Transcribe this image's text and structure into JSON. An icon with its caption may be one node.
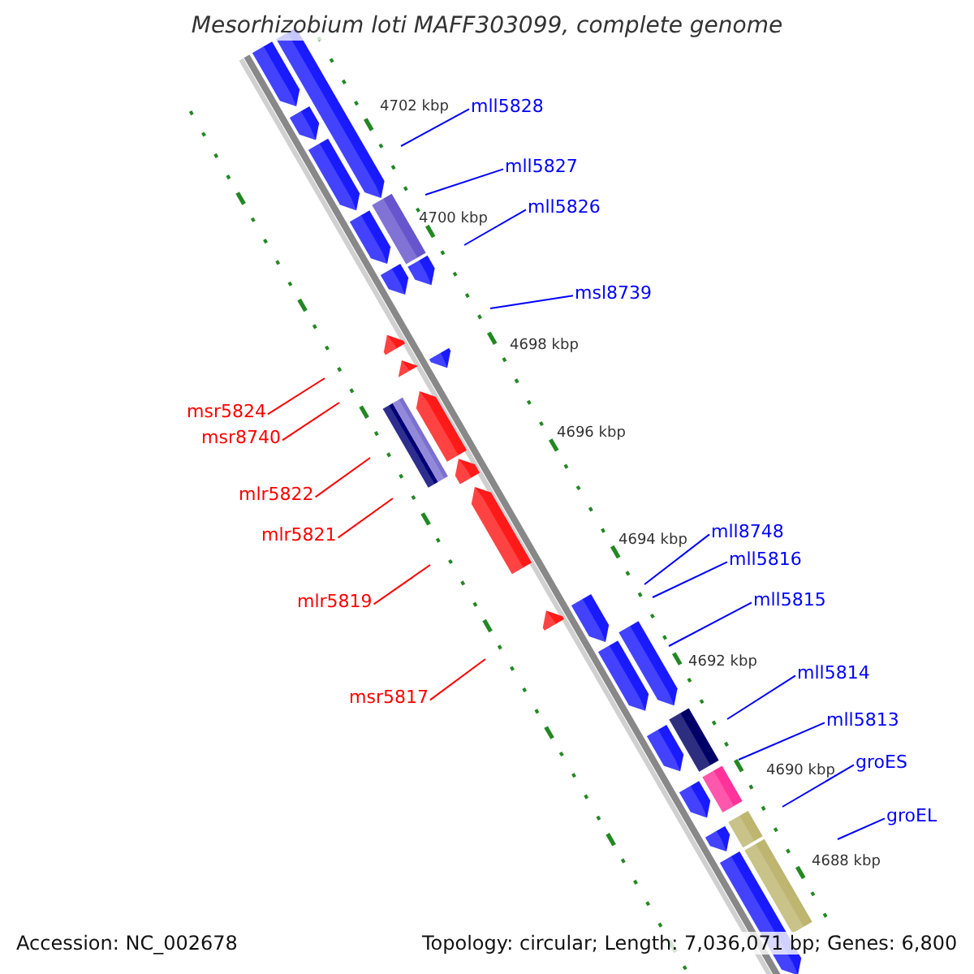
{
  "diagram": {
    "title": "Mesorhizobium loti MAFF303099, complete genome",
    "nodes": [
      {
        "text": [
          "mll5828"
        ]
      },
      {
        "text": [
          "mll5827"
        ]
      },
      {
        "text": [
          "mll5826"
        ]
      },
      {
        "text": [
          "msl8739"
        ]
      },
      {
        "text": [
          "msr5824"
        ]
      },
      {
        "text": [
          "msr8740"
        ]
      },
      {
        "text": [
          "mlr5822"
        ]
      },
      {
        "text": [
          "mll8748"
        ]
      },
      {
        "text": [
          "mlr5821"
        ]
      },
      {
        "text": [
          "mll5816"
        ]
      },
      {
        "text": [
          "mll5815"
        ]
      },
      {
        "text": [
          "mlr5819"
        ]
      },
      {
        "text": [
          "mll5814"
        ]
      },
      {
        "text": [
          "msr5817"
        ]
      },
      {
        "text": [
          "mll5813"
        ]
      },
      {
        "text": [
          "groES"
        ]
      },
      {
        "text": [
          "groEL"
        ]
      }
    ],
    "edges": [
      {
        "from": 0,
        "to": null,
        "arrow": "none"
      },
      {
        "from": 1,
        "to": null,
        "arrow": "none"
      },
      {
        "from": 2,
        "to": null,
        "arrow": "none"
      },
      {
        "from": 3,
        "to": null,
        "arrow": "none"
      },
      {
        "from": 4,
        "to": null,
        "arrow": "none",
        "color": "#ff0000"
      },
      {
        "from": 5,
        "to": null,
        "arrow": "none",
        "color": "#ff0000"
      },
      {
        "from": 6,
        "to": null,
        "arrow": "none",
        "color": "#ff0000"
      },
      {
        "from": 7,
        "to": null,
        "arrow": "none"
      },
      {
        "from": 8,
        "to": null,
        "arrow": "none",
        "color": "#ff0000"
      },
      {
        "from": 9,
        "to": null,
        "arrow": "none"
      },
      {
        "from": 10,
        "to": null,
        "arrow": "none"
      },
      {
        "from": 11,
        "to": null,
        "arrow": "none",
        "color": "#ff0000"
      },
      {
        "from": 12,
        "to": null,
        "arrow": "none"
      },
      {
        "from": 13,
        "to": null,
        "arrow": "none",
        "color": "#ff0000"
      },
      {
        "from": 14,
        "to": null,
        "arrow": "none"
      },
      {
        "from": 15,
        "to": null,
        "arrow": "none"
      },
      {
        "from": 16,
        "to": null,
        "arrow": "none"
      }
    ],
    "labels": [
      "4702 kbp",
      "4700 kbp",
      "4698 kbp",
      "4696 kbp",
      "4694 kbp",
      "4692 kbp",
      "4690 kbp",
      "4688 kbp",
      "Accession: NC_002678",
      "Topology: circular; Length: 7,036,071 bp; Genes: 6,800"
    ]
  }
}
